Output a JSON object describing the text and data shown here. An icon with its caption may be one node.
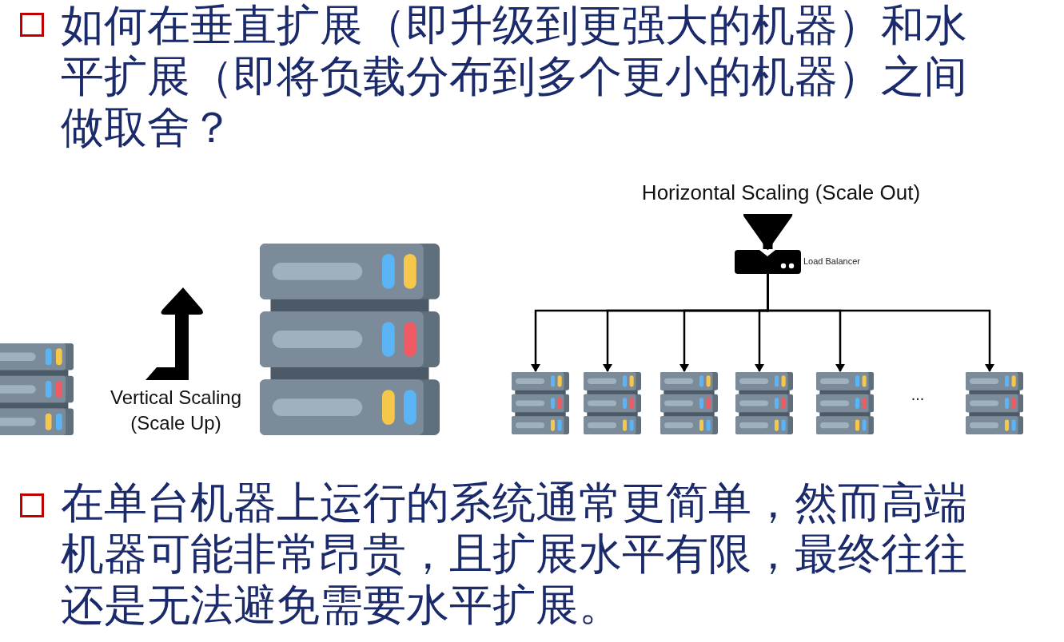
{
  "diagram": {
    "nodes": [
      {
        "text": [],
        "shape": "box",
        "beside": [
          "Load Balancer"
        ]
      },
      {
        "text": [],
        "shape": "picture"
      },
      {
        "text": [],
        "shape": "picture"
      },
      {
        "text": [],
        "shape": "picture"
      },
      {
        "text": [],
        "shape": "picture"
      },
      {
        "text": [],
        "shape": "picture"
      },
      {
        "text": [],
        "shape": "picture"
      }
    ],
    "edges": [
      {
        "from": null,
        "to": 0,
        "arrow": "to",
        "style": "thick"
      },
      {
        "from": 0,
        "to": 1,
        "arrow": "to"
      },
      {
        "from": 0,
        "to": 2,
        "arrow": "to"
      },
      {
        "from": 0,
        "to": 3,
        "arrow": "to"
      },
      {
        "from": 0,
        "to": 4,
        "arrow": "to"
      },
      {
        "from": 0,
        "to": 5,
        "arrow": "to"
      },
      {
        "from": 0,
        "to": 6,
        "arrow": "to"
      }
    ],
    "labels": [
      "如何在垂直扩展（即升级到更强大的机器）和水平扩展（即将负载分布到多个更小的机器）之间做取舍？",
      "Horizontal Scaling (Scale Out)",
      "Vertical Scaling (Scale Up)",
      "...",
      "在单台机器上运行的系统通常更简单，然而高端机器可能非常昂贵，且扩展水平有限，最终往往还是无法避免需要水平扩展。"
    ]
  }
}
